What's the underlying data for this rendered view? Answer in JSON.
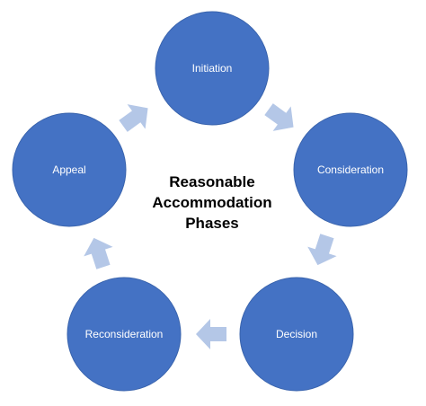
{
  "diagram": {
    "center_title": [
      "Reasonable",
      "Accommodation",
      "Phases"
    ],
    "phases": [
      "Initiation",
      "Consideration",
      "Decision",
      "Reconsideration",
      "Appeal"
    ],
    "colors": {
      "circle_fill": "#4472c4",
      "circle_stroke": "#3a64ad",
      "arrow_fill": "#b4c7e7",
      "label_text": "#ffffff",
      "title_text": "#000000"
    }
  }
}
